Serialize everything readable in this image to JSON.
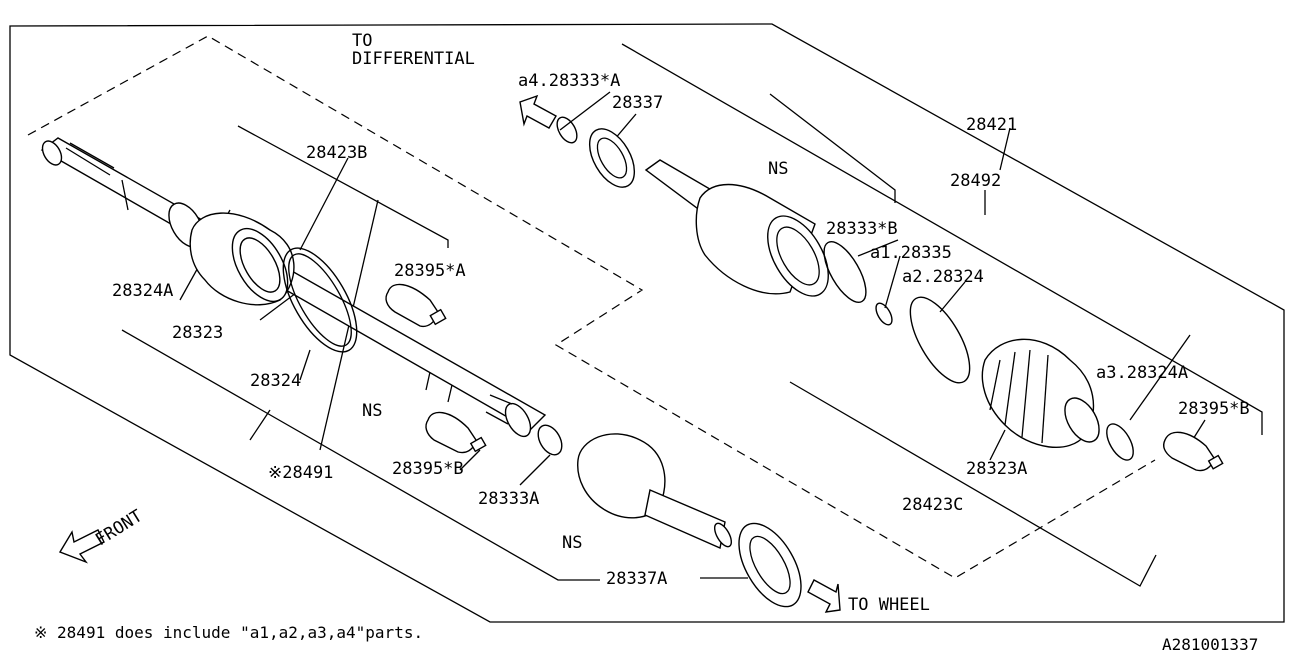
{
  "labels": {
    "to_differential_1": "TO",
    "to_differential_2": "DIFFERENTIAL",
    "a4_28333A": "a4.28333*A",
    "p28337": "28337",
    "p28421": "28421",
    "p28423B": "28423B",
    "NS_top": "NS",
    "p28492": "28492",
    "p28333B": "28333*B",
    "a1_28335": "a1.28335",
    "a2_28324": "a2.28324",
    "p28395A": "28395*A",
    "p28324A": "28324A",
    "p28323": "28323",
    "p28324": "28324",
    "NS_mid": "NS",
    "a3_28324A": "a3.28324A",
    "p28395B_right": "28395*B",
    "p28491": "※28491",
    "p28395B_mid": "28395*B",
    "p28333A": "28333A",
    "p28323A": "28323A",
    "p28423C": "28423C",
    "NS_bot": "NS",
    "p28337A": "28337A",
    "front": "FRONT",
    "to_wheel": "TO WHEEL",
    "footnote": "※ 28491 does include \"a1,a2,a3,a4\"parts.",
    "diagram_code": "A281001337"
  }
}
